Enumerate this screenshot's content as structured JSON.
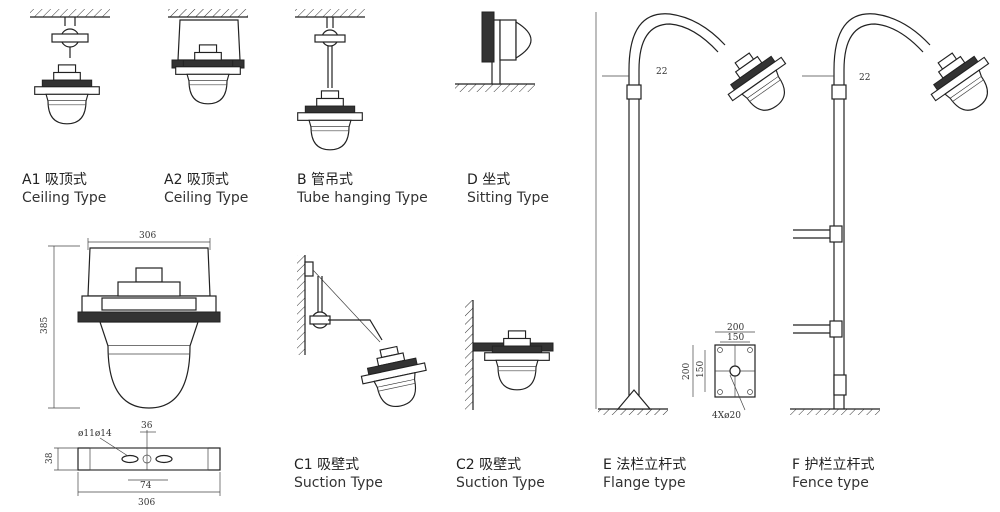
{
  "labels": {
    "a1": {
      "cn": "A1 吸顶式",
      "en": "Ceiling  Type"
    },
    "a2": {
      "cn": "A2 吸顶式",
      "en": "Ceiling  Type"
    },
    "b": {
      "cn": "B 管吊式",
      "en": "Tube hanging Type"
    },
    "d": {
      "cn": "D 坐式",
      "en": "Sitting Type"
    },
    "c1": {
      "cn": "C1 吸壁式",
      "en": "Suction Type"
    },
    "c2": {
      "cn": "C2 吸壁式",
      "en": "Suction Type"
    },
    "e": {
      "cn": "E 法栏立杆式",
      "en": "Flange type"
    },
    "f": {
      "cn": "F 护栏立杆式",
      "en": "Fence type"
    }
  },
  "dimensions": {
    "lamp_width": "306",
    "lamp_height": "385",
    "base_width": "306",
    "base_height": "38",
    "hole_spacing_top": "36",
    "hole_spacing_bottom": "74",
    "hole_diameters": "ø11ø14",
    "pole_offset_e": "22",
    "pole_offset_f": "22",
    "flange_outer": "200",
    "flange_inner": "150",
    "flange_side_outer": "200",
    "flange_side_inner": "150",
    "flange_holes": "4Xø20"
  }
}
